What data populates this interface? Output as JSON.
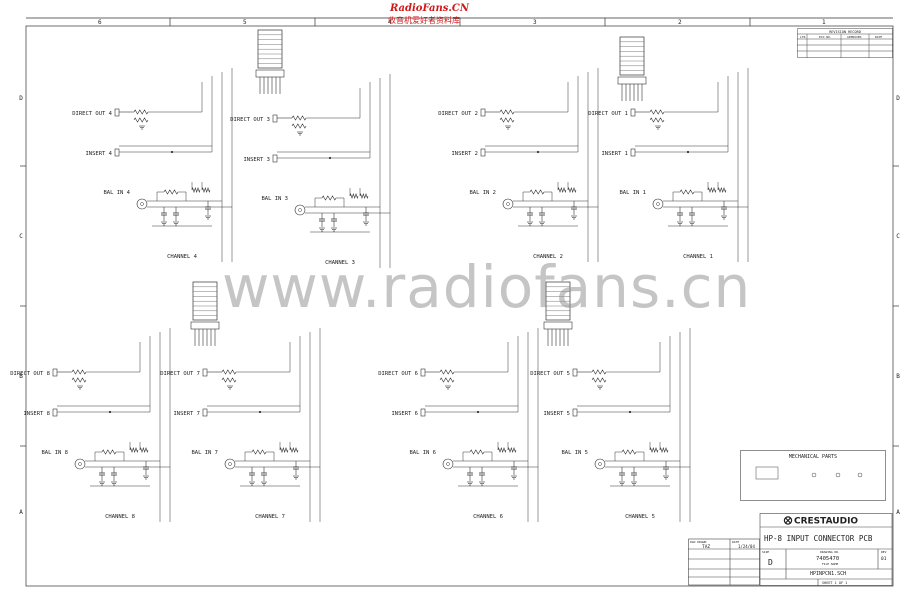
{
  "watermark": {
    "site": "RadioFans.CN",
    "site_cn": "收音机爱好者资料库",
    "big": "www.radiofans.cn"
  },
  "border": {
    "columns": [
      "6",
      "5",
      "4",
      "3",
      "2",
      "1"
    ],
    "rows": [
      "D",
      "C",
      "B",
      "A"
    ]
  },
  "revision": {
    "header": "REVISION RECORD",
    "columns": [
      "LTR",
      "ECO NO.",
      "APPROVED",
      "DATE"
    ]
  },
  "channels": [
    {
      "name": "CHANNEL 4",
      "bal": "BAL IN 4",
      "direct": "DIRECT OUT 4",
      "insert": "INSERT 4"
    },
    {
      "name": "CHANNEL 3",
      "bal": "BAL IN 3",
      "direct": "DIRECT OUT 3",
      "insert": "INSERT 3"
    },
    {
      "name": "CHANNEL 2",
      "bal": "BAL IN 2",
      "direct": "DIRECT OUT 2",
      "insert": "INSERT 2"
    },
    {
      "name": "CHANNEL 1",
      "bal": "BAL IN 1",
      "direct": "DIRECT OUT 1",
      "insert": "INSERT 1"
    },
    {
      "name": "CHANNEL 8",
      "bal": "BAL IN 8",
      "direct": "DIRECT OUT 8",
      "insert": "INSERT 8"
    },
    {
      "name": "CHANNEL 7",
      "bal": "BAL IN 7",
      "direct": "DIRECT OUT 7",
      "insert": "INSERT 7"
    },
    {
      "name": "CHANNEL 6",
      "bal": "BAL IN 6",
      "direct": "DIRECT OUT 6",
      "insert": "INSERT 6"
    },
    {
      "name": "CHANNEL 5",
      "bal": "BAL IN 5",
      "direct": "DIRECT OUT 5",
      "insert": "INSERT 5"
    }
  ],
  "mechanical": {
    "title": "MECHANICAL PARTS"
  },
  "title_block": {
    "company": "CRESTAUDIO",
    "title": "HP-8   INPUT CONNECTOR PCB",
    "drawn_by_label": "DGD DRAWN",
    "drawn_by": "TAZ",
    "date_label": "DATE",
    "date": "1/24/04",
    "size_label": "SIZE",
    "size": "D",
    "drawing_no_label": "DRAWING NO.",
    "drawing_no": "7405470",
    "rev_label": "REV",
    "rev": "01",
    "file_label": "FILE NAME",
    "file": "HPINPCN1.SCH",
    "sheet": "SHEET 1 OF 1"
  }
}
